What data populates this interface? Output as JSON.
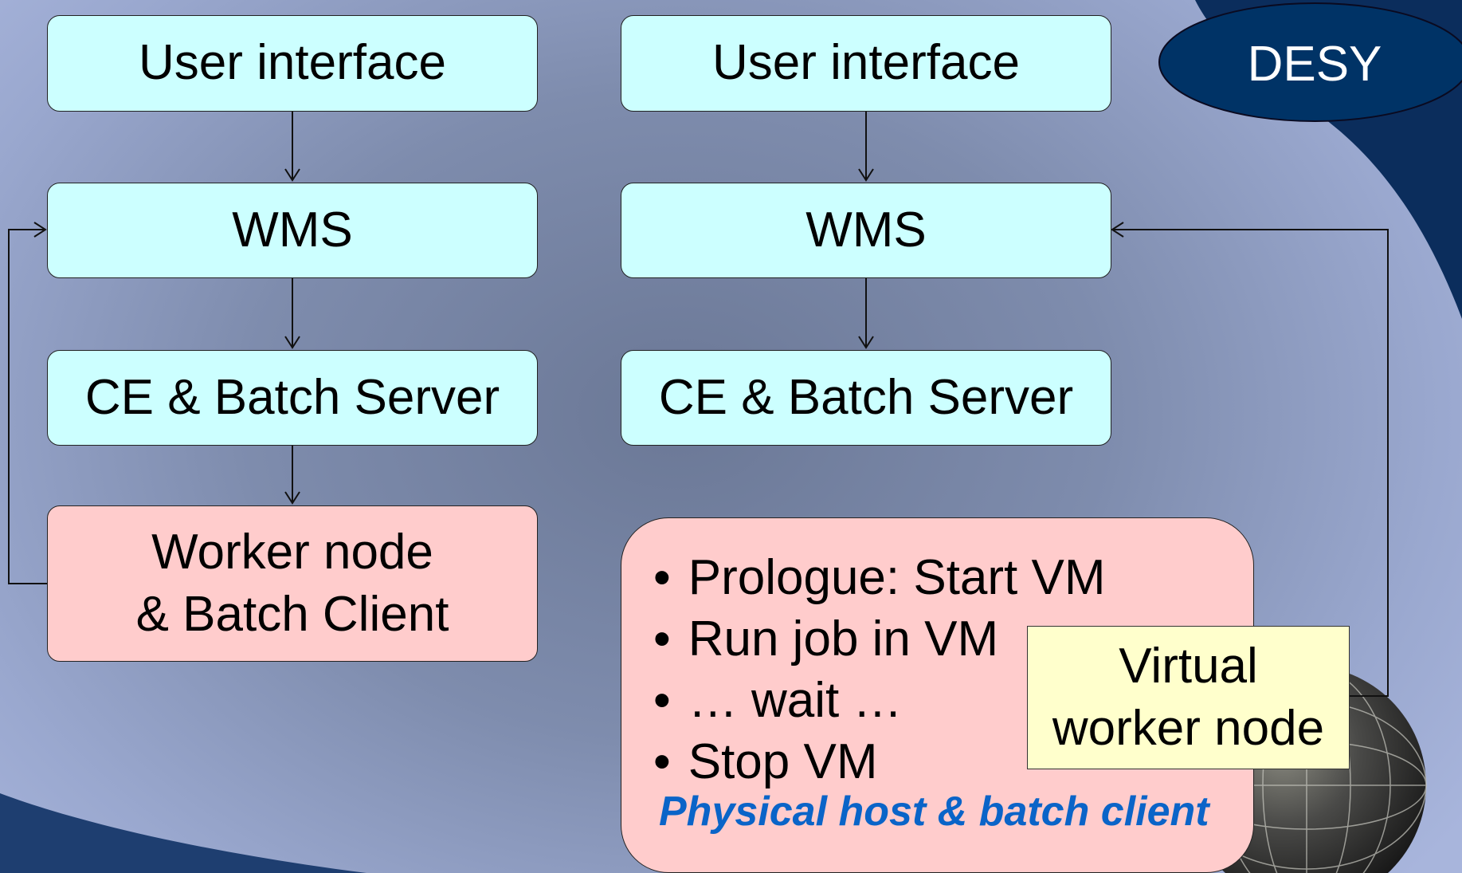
{
  "logo": {
    "text": "DESY"
  },
  "left_flow": {
    "ui": "User interface",
    "wms": "WMS",
    "ce": "CE & Batch Server",
    "worker_node": "Worker node\n& Batch Client"
  },
  "right_flow": {
    "ui": "User interface",
    "wms": "WMS",
    "ce": "CE & Batch Server",
    "steps": [
      "Prologue: Start VM",
      "Run job in VM",
      "… wait …",
      "Stop VM"
    ],
    "host_caption": "Physical host & batch client",
    "virtual_worker": "Virtual\nworker node"
  },
  "colors": {
    "box_cyan": "#ccffff",
    "box_pink": "#ffcccc",
    "box_yellow": "#ffffcc",
    "caption_blue": "#0a64c8",
    "logo_navy": "#003366"
  }
}
